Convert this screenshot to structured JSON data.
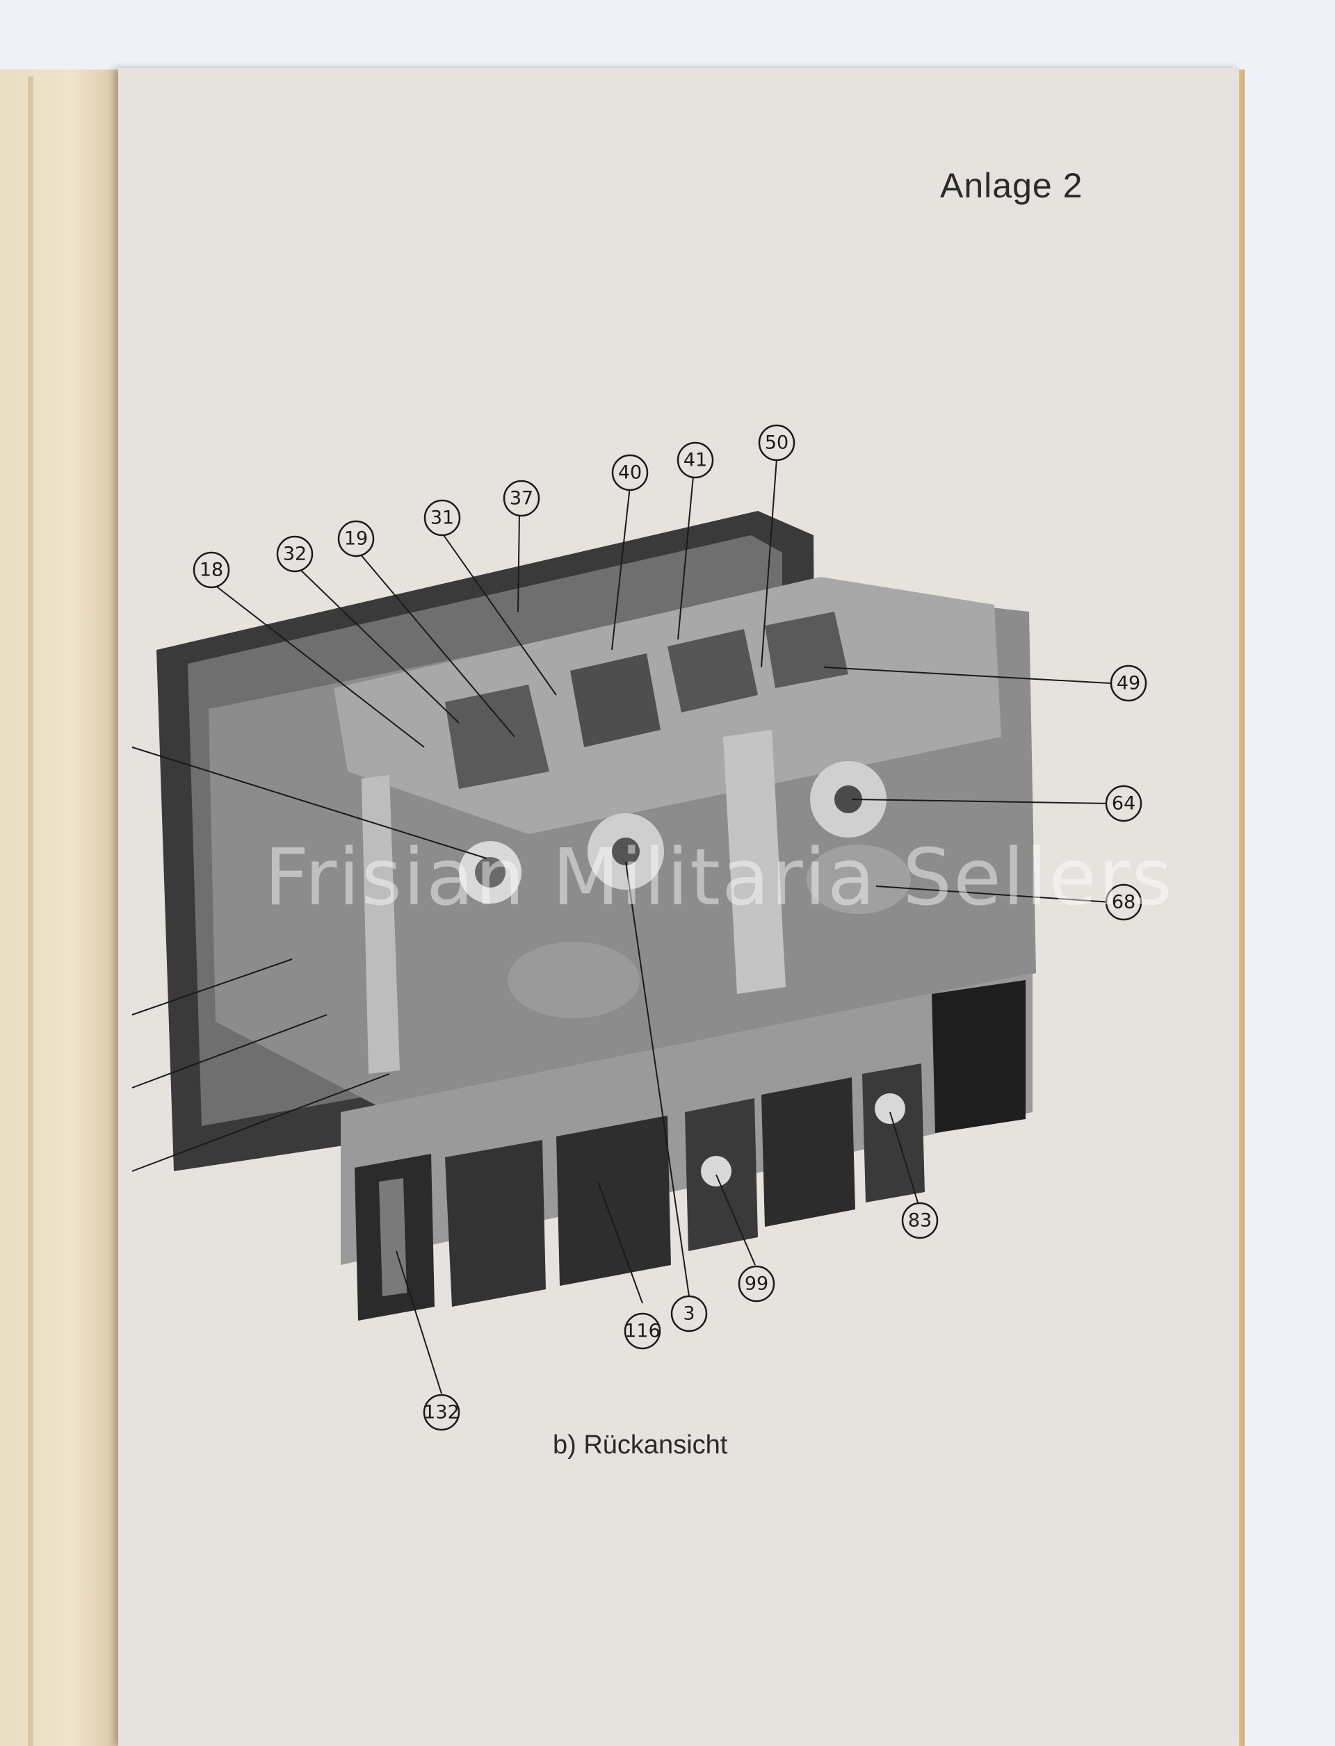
{
  "page": {
    "title": "Anlage 2",
    "caption": "b) Rückansicht"
  },
  "figure": {
    "callouts": [
      "18",
      "32",
      "19",
      "31",
      "37",
      "40",
      "41",
      "50",
      "49",
      "64",
      "68",
      "83",
      "99",
      "3",
      "116",
      "132"
    ]
  },
  "watermark": "Frisian Militaria Sellers"
}
